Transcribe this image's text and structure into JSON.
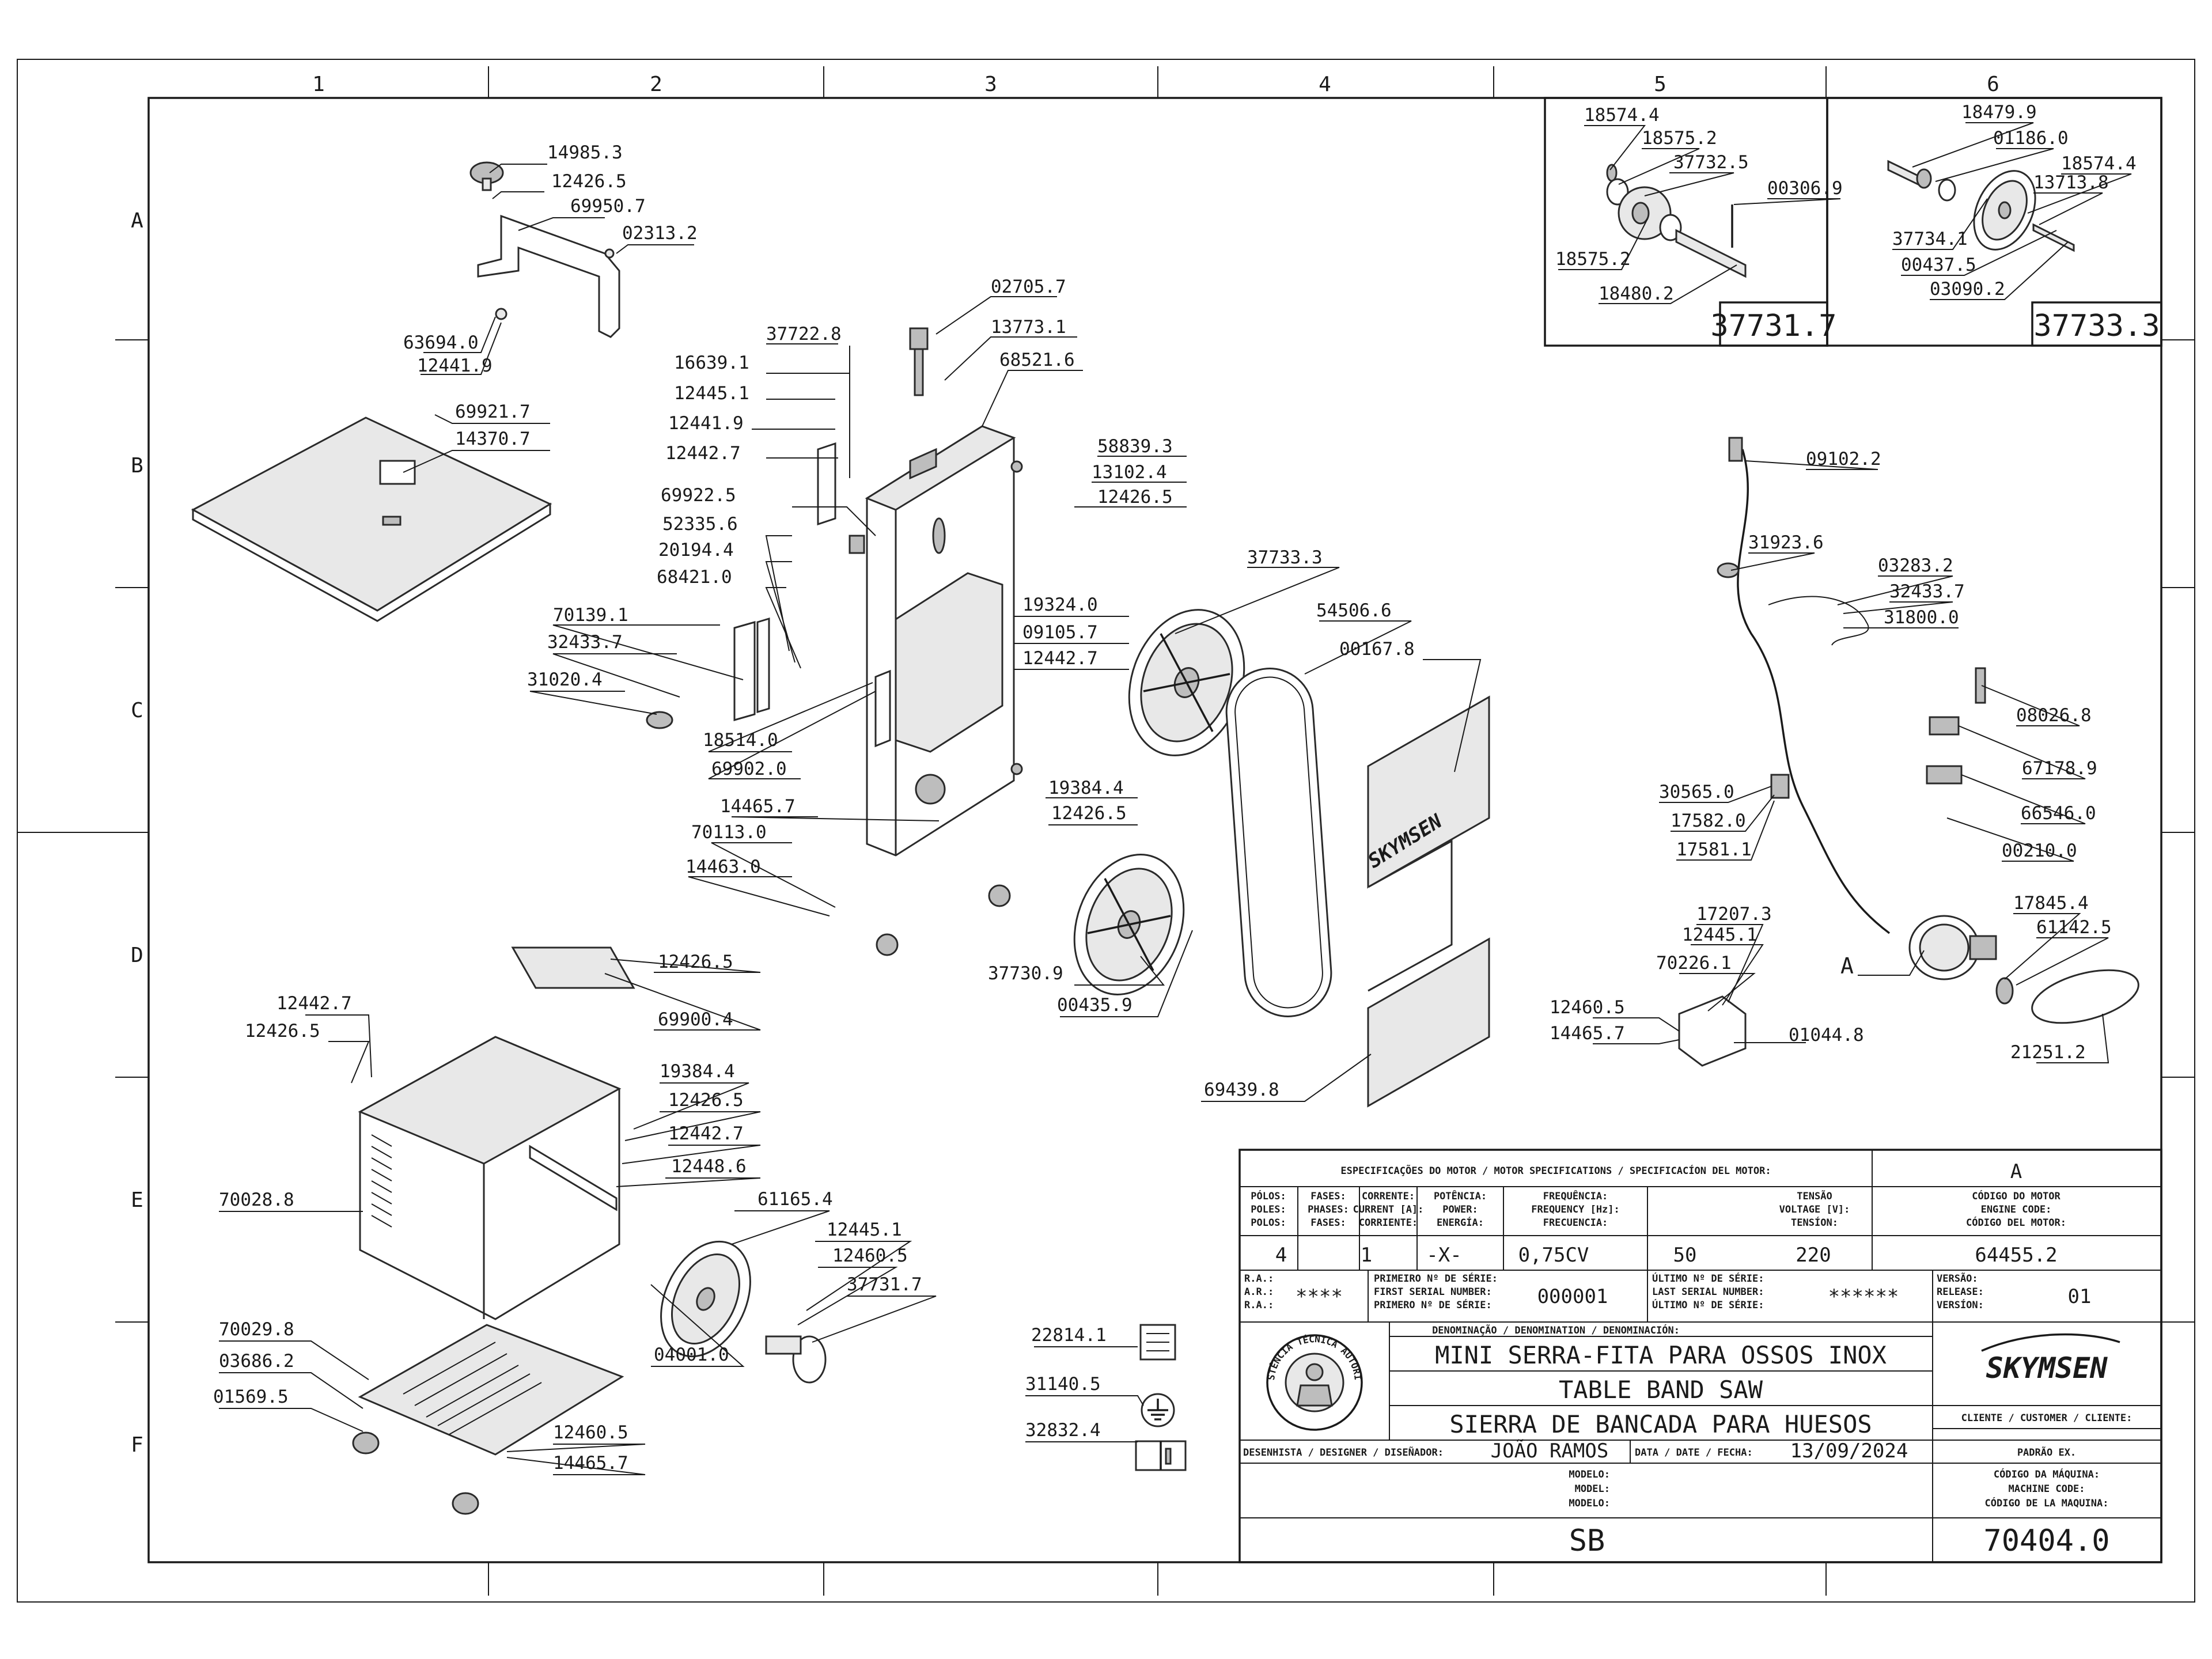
{
  "grid": {
    "columns": [
      "1",
      "2",
      "3",
      "4",
      "5",
      "6"
    ],
    "rows": [
      "A",
      "B",
      "C",
      "D",
      "E",
      "F"
    ]
  },
  "callouts": {
    "c14985_3": "14985.3",
    "c12426_5a": "12426.5",
    "c69950_7": "69950.7",
    "c02313_2": "02313.2",
    "c63694_0": "63694.0",
    "c12441_9a": "12441.9",
    "c69921_7": "69921.7",
    "c14370_7": "14370.7",
    "c37722_8": "37722.8",
    "c16639_1": "16639.1",
    "c12445_1a": "12445.1",
    "c12441_9b": "12441.9",
    "c12442_7a": "12442.7",
    "c69922_5": "69922.5",
    "c52335_6": "52335.6",
    "c20194_4": "20194.4",
    "c68421_0": "68421.0",
    "c70139_1": "70139.1",
    "c32433_7a": "32433.7",
    "c31020_4": "31020.4",
    "c18514_0": "18514.0",
    "c69902_0": "69902.0",
    "c14465_7a": "14465.7",
    "c70113_0": "70113.0",
    "c14463_0": "14463.0",
    "c02705_7": "02705.7",
    "c13773_1": "13773.1",
    "c68521_6": "68521.6",
    "c58839_3": "58839.3",
    "c13102_4": "13102.4",
    "c12426_5b": "12426.5",
    "c19324_0": "19324.0",
    "c09105_7": "09105.7",
    "c12442_7b": "12442.7",
    "c19384_4a": "19384.4",
    "c12426_5c": "12426.5",
    "c37733_3a": "37733.3",
    "c54506_6": "54506.6",
    "c00167_8": "00167.8",
    "c37730_9": "37730.9",
    "c00435_9": "00435.9",
    "c69439_8": "69439.8",
    "c12426_5d": "12426.5",
    "c69900_4": "69900.4",
    "c12442_7c": "12442.7",
    "c12426_5e": "12426.5",
    "c19384_4b": "19384.4",
    "c12426_5f": "12426.5",
    "c12442_7d": "12442.7",
    "c12448_6": "12448.6",
    "c70028_8": "70028.8",
    "c61165_4": "61165.4",
    "c12445_1b": "12445.1",
    "c12460_5a": "12460.5",
    "c37731_7a": "37731.7",
    "c70029_8": "70029.8",
    "c03686_2": "03686.2",
    "c01569_5": "01569.5",
    "c04001_0": "04001.0",
    "c12460_5b": "12460.5",
    "c14465_7b": "14465.7",
    "c22814_1": "22814.1",
    "c31140_5": "31140.5",
    "c32832_4": "32832.4",
    "c18574_4a": "18574.4",
    "c18575_2a": "18575.2",
    "c37732_5": "37732.5",
    "c00306_9": "00306.9",
    "c18575_2b": "18575.2",
    "c18480_2": "18480.2",
    "c18479_9": "18479.9",
    "c01186_0": "01186.0",
    "c18574_4b": "18574.4",
    "c13713_8": "13713.8",
    "c37734_1": "37734.1",
    "c00437_5": "00437.5",
    "c03090_2": "03090.2",
    "c09102_2": "09102.2",
    "c31923_6": "31923.6",
    "c03283_2": "03283.2",
    "c32433_7b": "32433.7",
    "c31800_0": "31800.0",
    "c08026_8": "08026.8",
    "c67178_9": "67178.9",
    "c30565_0": "30565.0",
    "c17582_0": "17582.0",
    "c17581_1": "17581.1",
    "c66546_0": "66546.0",
    "c00210_0": "00210.0",
    "c17207_3": "17207.3",
    "c12445_1c": "12445.1",
    "c70226_1": "70226.1",
    "c17845_4": "17845.4",
    "c61142_5": "61142.5",
    "c12460_5c": "12460.5",
    "c14465_7c": "14465.7",
    "c01044_8": "01044.8",
    "c21251_2": "21251.2",
    "detailA": "A"
  },
  "insets": {
    "inset1_code": "37731.7",
    "inset2_code": "37733.3"
  },
  "brand": {
    "logo": "SKYMSEN",
    "seal_text": "ASSISTÊNCIA TÉCNICA AUTORIZADA"
  },
  "title_block": {
    "motor_header": "ESPECIFICAÇÕES DO MOTOR / MOTOR SPECIFICATIONS / SPECIFICACÍON DEL MOTOR:",
    "detail_ref": "A",
    "h_poles_1": "PÓLOS:",
    "h_poles_2": "POLES:",
    "h_poles_3": "POLOS:",
    "h_phases_1": "FASES:",
    "h_phases_2": "PHASES:",
    "h_phases_3": "FASES:",
    "h_current_1": "CORRENTE:",
    "h_current_2": "CURRENT [A]:",
    "h_current_3": "CORRIENTE:",
    "h_power_1": "POTÊNCIA:",
    "h_power_2": "POWER:",
    "h_power_3": "ENERGÍA:",
    "h_freq_1": "FREQUÊNCIA:",
    "h_freq_2": "FREQUENCY [Hz]:",
    "h_freq_3": "FRECUENCIA:",
    "h_volt_1": "TENSÃO",
    "h_volt_2": "VOLTAGE [V]:",
    "h_volt_3": "TENSÍON:",
    "h_code_1": "CÓDIGO DO MOTOR",
    "h_code_2": "ENGINE CODE:",
    "h_code_3": "CÓDIGO DEL MOTOR:",
    "poles": "4",
    "phases": "1",
    "current": "-X-",
    "power": "0,75CV",
    "frequency": "50",
    "voltage": "220",
    "engine_code": "64455.2",
    "ra_1": "R.A.:",
    "ra_2": "A.R.:",
    "ra_3": "R.A.:",
    "ra_value": "****",
    "first_serial_1": "PRIMEIRO Nº DE SÉRIE:",
    "first_serial_2": "FIRST SERIAL NUMBER:",
    "first_serial_3": "PRIMERO Nº DE SÉRIE:",
    "first_serial": "000001",
    "last_serial_1": "ÚLTIMO Nº DE SÉRIE:",
    "last_serial_2": "LAST SERIAL NUMBER:",
    "last_serial_3": "ÚLTIMO Nº DE SÉRIE:",
    "last_serial": "******",
    "version_1": "VERSÃO:",
    "version_2": "RELEASE:",
    "version_3": "VERSÍON:",
    "version": "01",
    "denomination_label": "DENOMINAÇÃO / DENOMINATION / DENOMINACIÓN:",
    "name_pt": "MINI SERRA-FITA PARA OSSOS INOX",
    "name_en": "TABLE BAND SAW",
    "name_es": "SIERRA DE BANCADA PARA HUESOS",
    "designer_label": "DESENHISTA / DESIGNER / DISEÑADOR:",
    "designer": "JOÃO RAMOS",
    "date_label": "DATA / DATE / FECHA:",
    "date": "13/09/2024",
    "client_label": "CLIENTE / CUSTOMER / CLIENTE:",
    "client": "PADRÃO EX.",
    "model_1": "MODELO:",
    "model_2": "MODEL:",
    "model_3": "MODELO:",
    "model": "SB",
    "machine_code_1": "CÓDIGO DA MÁQUINA:",
    "machine_code_2": "MACHINE CODE:",
    "machine_code_3": "CÓDIGO DE LA MAQUINA:",
    "machine_code": "70404.0"
  }
}
